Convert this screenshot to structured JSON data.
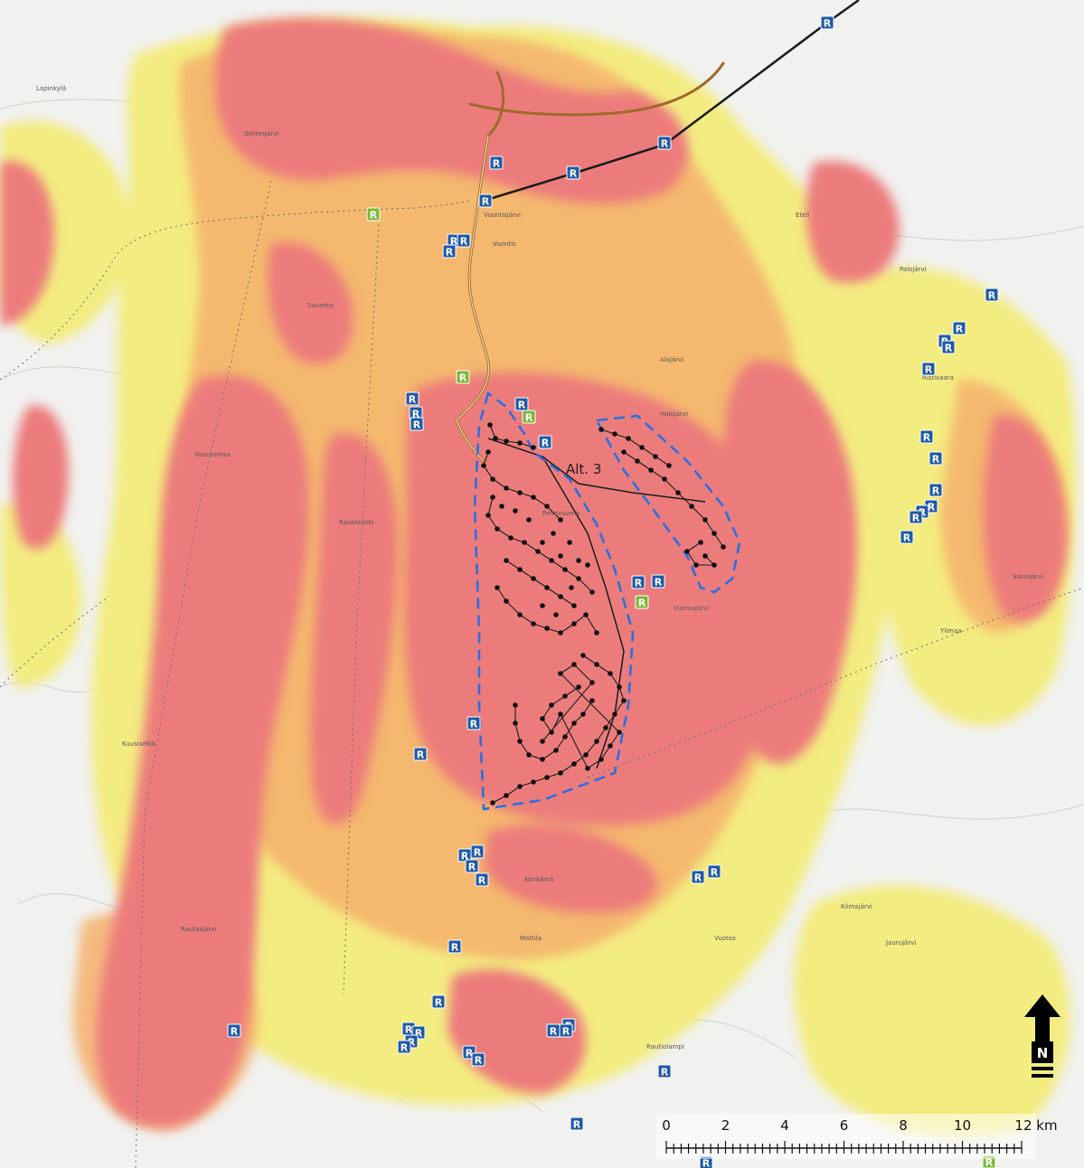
{
  "map": {
    "route_label": "Alt. 3",
    "colors": {
      "background": "#f1f1ef",
      "zone_yellow": "#f3ec80",
      "zone_orange": "#f5b06c",
      "zone_red": "#ec7b7b",
      "area_boundary": "#2b6fe0",
      "route_line": "#1c1c1c",
      "road": "#a06a2a",
      "marker_blue": "#1f5aa8",
      "marker_green": "#7cb83a"
    },
    "place_labels": [
      "Gottesjärvi",
      "Vuontisjärvi",
      "Vuontis",
      "Eteli",
      "Rautakijoki",
      "Vaaranmaa",
      "Suvanto",
      "Peltovuoma",
      "Vuomajärvi",
      "Palojärvi",
      "Ristivaara",
      "Saivojärvi",
      "Kiimajärvi",
      "Jaurujärvi",
      "Lapinkylä",
      "Kuusiselkä",
      "Rautasjärvi",
      "Könkämä",
      "Alajärvi",
      "Vuotso",
      "Mattila",
      "Rautiolampi",
      "Halojärvi",
      "Ylimaa"
    ],
    "reception_marker": "R",
    "north_arrow_letter": "N",
    "scale_bar": {
      "tick_labels": [
        "0",
        "2",
        "4",
        "6",
        "8",
        "10",
        "12 km"
      ],
      "unit": "km"
    }
  }
}
